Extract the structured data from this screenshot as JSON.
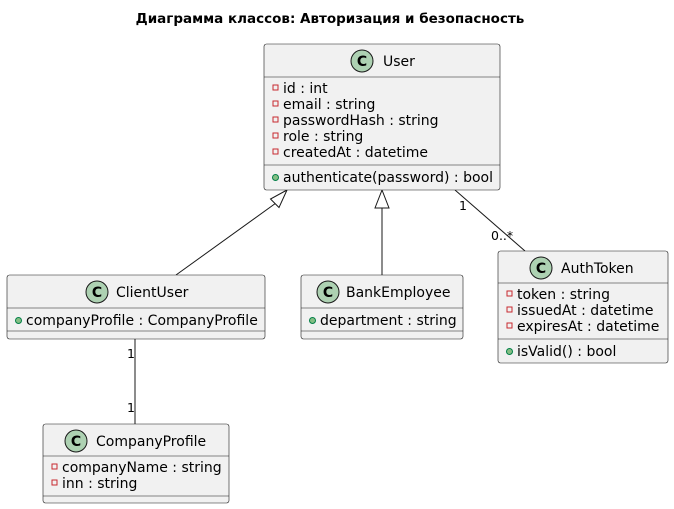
{
  "title": "Диаграмма классов: Авторизация и безопасность",
  "colors": {
    "class_fill": "#F1F1F1",
    "border": "#181818",
    "class_badge": "#ADD1B2",
    "private_marker": "#C82930",
    "public_marker": "#84BE84"
  },
  "classes": {
    "user": {
      "name": "User",
      "attributes": [
        {
          "visibility": "private",
          "text": "id : int"
        },
        {
          "visibility": "private",
          "text": "email : string"
        },
        {
          "visibility": "private",
          "text": "passwordHash : string"
        },
        {
          "visibility": "private",
          "text": "role : string"
        },
        {
          "visibility": "private",
          "text": "createdAt : datetime"
        }
      ],
      "methods": [
        {
          "visibility": "public",
          "text": "authenticate(password) : bool"
        }
      ]
    },
    "client_user": {
      "name": "ClientUser",
      "attributes": [
        {
          "visibility": "public",
          "text": "companyProfile : CompanyProfile"
        }
      ],
      "methods": []
    },
    "bank_employee": {
      "name": "BankEmployee",
      "attributes": [
        {
          "visibility": "public",
          "text": "department : string"
        }
      ],
      "methods": []
    },
    "auth_token": {
      "name": "AuthToken",
      "attributes": [
        {
          "visibility": "private",
          "text": "token : string"
        },
        {
          "visibility": "private",
          "text": "issuedAt : datetime"
        },
        {
          "visibility": "private",
          "text": "expiresAt : datetime"
        }
      ],
      "methods": [
        {
          "visibility": "public",
          "text": "isValid() : bool"
        }
      ]
    },
    "company_profile": {
      "name": "CompanyProfile",
      "attributes": [
        {
          "visibility": "private",
          "text": "companyName : string"
        },
        {
          "visibility": "private",
          "text": "inn : string"
        }
      ],
      "methods": []
    }
  },
  "relations": {
    "user_token": {
      "type": "association",
      "from": "User",
      "to": "AuthToken",
      "from_mult": "1",
      "to_mult": "0..*"
    },
    "client_company": {
      "type": "association",
      "from": "ClientUser",
      "to": "CompanyProfile",
      "from_mult": "1",
      "to_mult": "1"
    },
    "client_inherits": {
      "type": "inheritance",
      "from": "ClientUser",
      "to": "User"
    },
    "employee_inherits": {
      "type": "inheritance",
      "from": "BankEmployee",
      "to": "User"
    }
  }
}
